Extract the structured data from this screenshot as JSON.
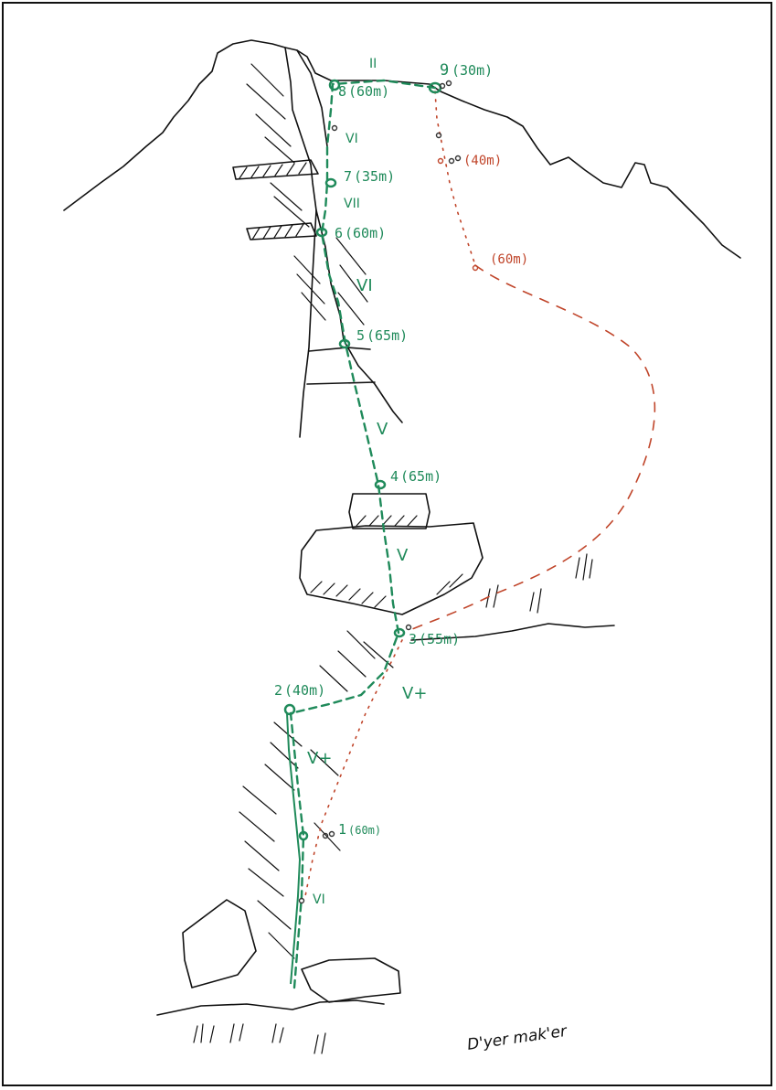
{
  "title": "D'yer mak'er",
  "colors": {
    "main_route": "#1f8a5a",
    "alt_route": "#c0452a",
    "ink": "#111111"
  },
  "belays": [
    {
      "num": "1",
      "length": "(60m)"
    },
    {
      "num": "2",
      "length": "(40m)"
    },
    {
      "num": "3",
      "length": "(55m)"
    },
    {
      "num": "4",
      "length": "(65m)"
    },
    {
      "num": "5",
      "length": "(65m)"
    },
    {
      "num": "6",
      "length": "(60m)"
    },
    {
      "num": "7",
      "length": "(35m)"
    },
    {
      "num": "8",
      "length": "(60m)"
    },
    {
      "num": "9",
      "length": "(30m)"
    }
  ],
  "grades": {
    "summit": "II",
    "p8": "VI",
    "p7": "VII",
    "p6": "VI",
    "p5": "V",
    "p4": "V",
    "p3": "V+",
    "p2": "V+",
    "p1": "VI"
  },
  "alt_route": {
    "upper": "(40m)",
    "lower": "(60m)"
  }
}
